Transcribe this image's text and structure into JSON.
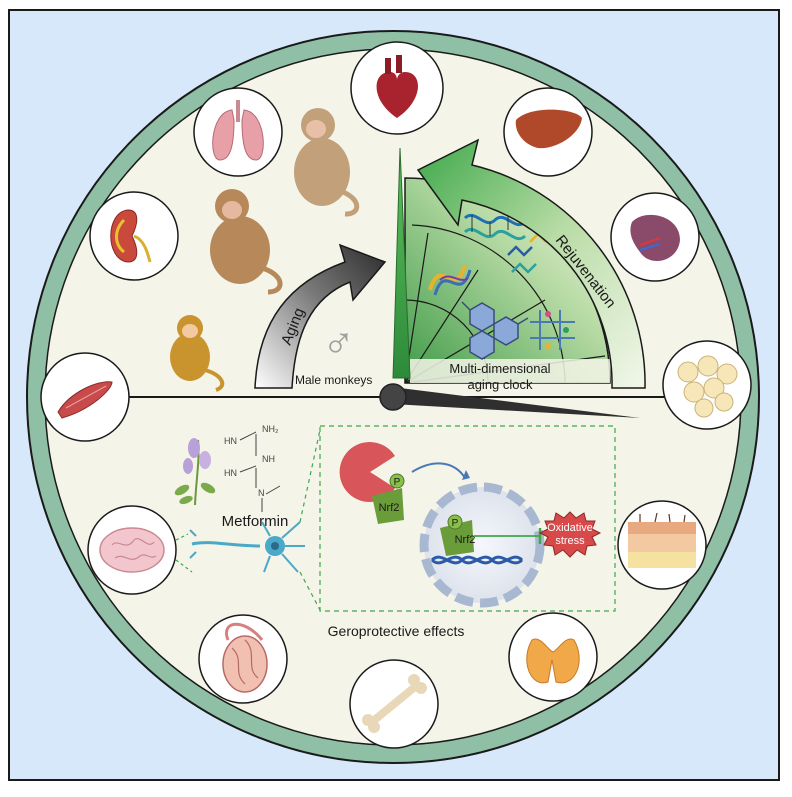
{
  "labels": {
    "aging": "Aging",
    "rejuvenation": "Rejuvenation",
    "male_monkeys": "Male monkeys",
    "clock_line1": "Multi-dimensional",
    "clock_line2": "aging clock",
    "metformin": "Metformin",
    "geroprotective": "Geroprotective effects",
    "nrf2_cytoplasm": "Nrf2",
    "nrf2_nucleus": "Nrf2",
    "phospho_1": "P",
    "phospho_2": "P",
    "oxidative_line1": "Oxidative",
    "oxidative_line2": "stress",
    "formula_nh2": "NH₂",
    "formula_hn1": "HN",
    "formula_hn2": "HN",
    "formula_nh": "NH",
    "formula_n": "N",
    "male_symbol": "♂"
  },
  "organs": [
    {
      "id": "heart",
      "icon": "heart-icon"
    },
    {
      "id": "liver",
      "icon": "liver-icon"
    },
    {
      "id": "spleen",
      "icon": "spleen-icon"
    },
    {
      "id": "adipose",
      "icon": "adipose-icon"
    },
    {
      "id": "skin",
      "icon": "skin-icon"
    },
    {
      "id": "thyroid",
      "icon": "thyroid-icon"
    },
    {
      "id": "bone",
      "icon": "bone-icon"
    },
    {
      "id": "testis",
      "icon": "testis-icon"
    },
    {
      "id": "brain",
      "icon": "brain-icon"
    },
    {
      "id": "muscle",
      "icon": "muscle-icon"
    },
    {
      "id": "kidney",
      "icon": "kidney-icon"
    },
    {
      "id": "lung",
      "icon": "lung-icon"
    }
  ],
  "colors": {
    "background": "#d7e8fb",
    "clock_ring": "#8fbfa5",
    "clock_face": "#f4f4e8",
    "hand_green": "#3ea84a",
    "hand_dark": "#2f2f2f",
    "rejuvenation_green": "#5bb55a",
    "nrf2": "#6b9c3a",
    "oxidative_stress": "#d84a4a",
    "dna_blue": "#2a5aa8"
  }
}
